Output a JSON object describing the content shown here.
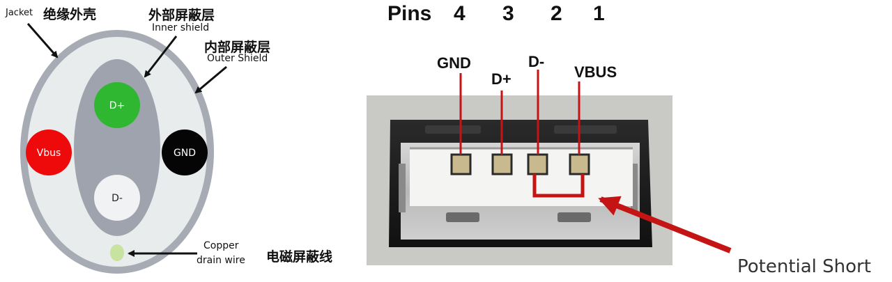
{
  "cable": {
    "jacket_en": "Jacket",
    "jacket_cn": "绝缘外壳",
    "inner_shield_cn": "外部屏蔽层",
    "inner_shield_en": "Inner shield",
    "outer_shield_cn": "内部屏蔽层",
    "outer_shield_en": "Outer Shield",
    "drain_en_line1": "Copper",
    "drain_en_line2": "drain wire",
    "drain_cn": "电磁屏蔽线",
    "wires": {
      "dplus": "D+",
      "vbus": "Vbus",
      "gnd": "GND",
      "dminus": "D-"
    },
    "colors": {
      "jacket": "#a7abb4",
      "fill": "#e9eced",
      "shield": "#9fa3ad",
      "dplus": "#30b731",
      "vbus": "#ee0a0a",
      "gnd": "#050505",
      "dminus": "#f1f2f3",
      "drain": "#c8e2a0"
    }
  },
  "connector": {
    "pins_title": "Pins",
    "pin_numbers": [
      "4",
      "3",
      "2",
      "1"
    ],
    "pin_labels": [
      "GND",
      "D+",
      "D-",
      "VBUS"
    ],
    "annotation": "Potential Short",
    "colors": {
      "line": "#c41414",
      "arrow": "#c41414",
      "contact": "#c9b98e"
    }
  }
}
